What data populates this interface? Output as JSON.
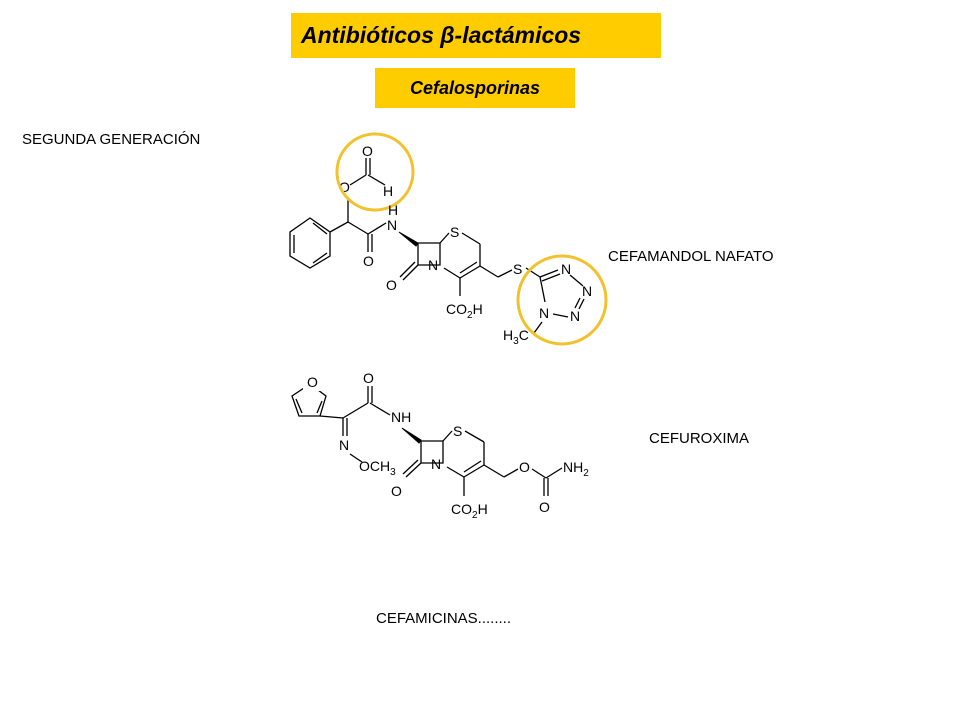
{
  "header": {
    "title": "Antibióticos β-lactámicos",
    "subtitle": "Cefalosporinas"
  },
  "section": {
    "label": "SEGUNDA GENERACIÓN"
  },
  "drugs": [
    {
      "name": "CEFAMANDOL NAFATO"
    },
    {
      "name": "CEFUROXIMA"
    }
  ],
  "footer": {
    "note": "CEFAMICINAS........"
  },
  "colors": {
    "highlight_fill": "#FFCC00",
    "circle_stroke": "#F2C12E"
  },
  "molecule_labels": {
    "m1": {
      "O_top": "O",
      "O_ester": "O",
      "H_formyl": "H",
      "H_amide": "H",
      "N_amide": "N",
      "O_amide": "O",
      "S_ring": "S",
      "N_ring": "N",
      "O_lactam": "O",
      "CO2H_a": "CO",
      "CO2H_sub": "2",
      "CO2H_b": "H",
      "S_link": "S",
      "N1": "N",
      "N2": "N",
      "N3": "N",
      "N4": "N",
      "CH3_a": "H",
      "CH3_sub": "3",
      "CH3_b": "C"
    },
    "m2": {
      "O_furan": "O",
      "O_ketone": "O",
      "NH": "NH",
      "N_oxime": "N",
      "OCH3_a": "OCH",
      "OCH3_sub": "3",
      "S_ring": "S",
      "N_ring": "N",
      "O_lactam": "O",
      "CO2H_a": "CO",
      "CO2H_sub": "2",
      "CO2H_b": "H",
      "O_ester": "O",
      "NH2_a": "NH",
      "NH2_sub": "2",
      "O_carbamate": "O"
    }
  }
}
